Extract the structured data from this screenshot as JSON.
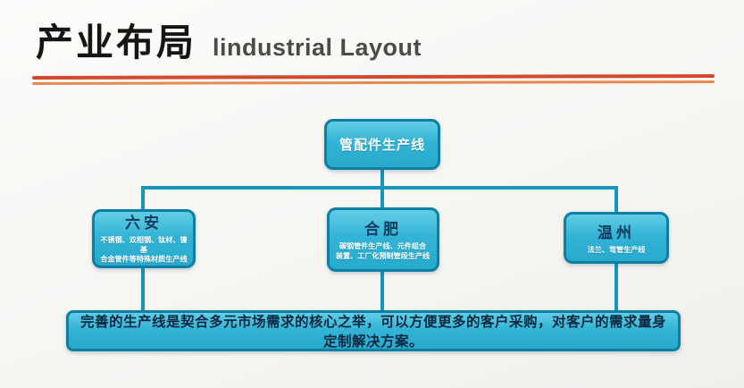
{
  "header": {
    "title_zh": "产业布局",
    "title_en": "lindustrial Layout"
  },
  "diagram": {
    "root_label": "管配件生产线",
    "children": [
      {
        "name": "六安",
        "desc": "不锈钢、双相钢、钛材、镍基\n合金管件等特殊材质生产线"
      },
      {
        "name": "合肥",
        "desc": "碳钢管件生产线、元件组合\n装置、工厂化预制管段生产线"
      },
      {
        "name": "温州",
        "desc": "法兰、弯管生产线"
      }
    ],
    "summary": "完善的生产线是契合多元市场需求的核心之举，可以方便更多的客户采购，对客户的需求量身定制解决方案。"
  },
  "colors": {
    "box_fill": "#33b4d6",
    "box_border": "#0e7fa3",
    "connector": "#1796ba",
    "accent_red_top": "#d5482d",
    "accent_red_bottom": "#e58a52",
    "title_text": "#171513",
    "child_name_text": "#0a3a5c",
    "summary_text": "#08263f"
  }
}
